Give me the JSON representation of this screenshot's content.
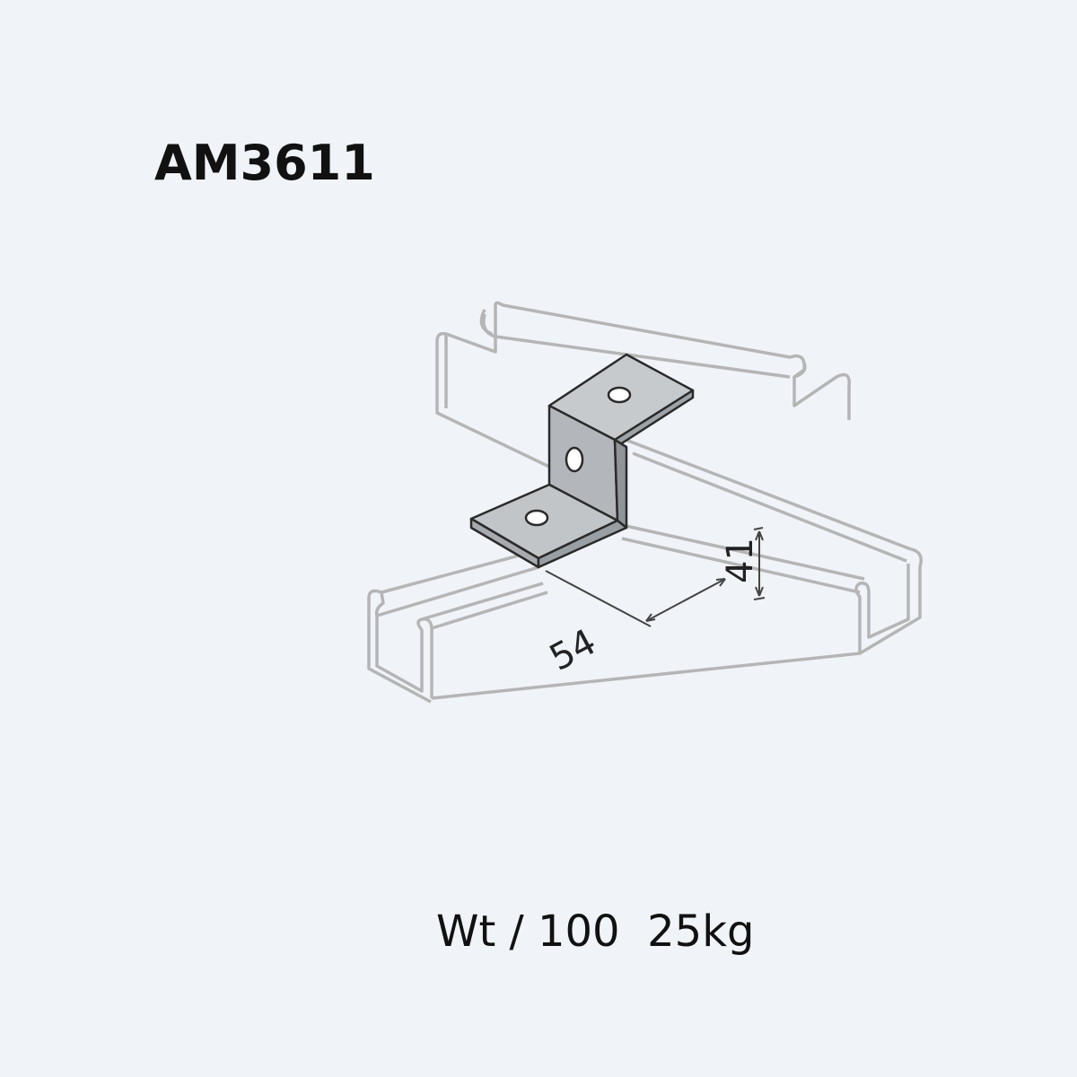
{
  "part_number": "AM3611",
  "weight": {
    "label": "Wt / 100",
    "value": "25kg"
  },
  "dimensions": {
    "height": "41",
    "width": "54"
  },
  "colors": {
    "background": "#f0f3f8",
    "channel_outline": "#b9b9b9",
    "bracket_fill": "#b8bcbf",
    "bracket_outline": "#2a2a2a"
  }
}
